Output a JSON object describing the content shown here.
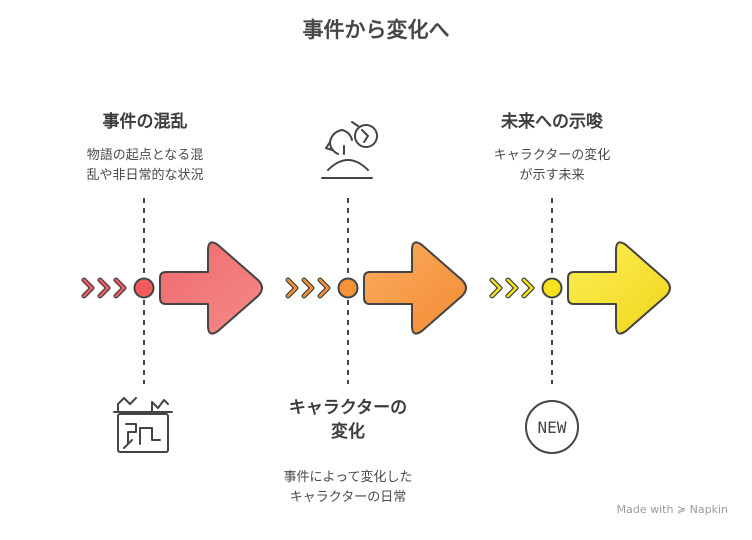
{
  "title": "事件から変化へ",
  "stages": [
    {
      "heading": "事件の混乱",
      "description_lines": [
        "物語の起点となる混",
        "乱や非日常的な状況"
      ],
      "color": "#f25c5c"
    },
    {
      "heading_lines": [
        "キャラクターの",
        "変化"
      ],
      "description_lines": [
        "事件によって変化した",
        "キャラクターの日常"
      ],
      "color": "#f7943a"
    },
    {
      "heading": "未来への示唆",
      "description_lines": [
        "キャラクターの変化",
        "が示す未来"
      ],
      "color": "#f5e21c"
    }
  ],
  "icons": [
    "broken-building-icon",
    "thinking-person-icon",
    "new-badge-icon"
  ],
  "new_badge_text": "NEW",
  "watermark": "Made with ≽ Napkin"
}
